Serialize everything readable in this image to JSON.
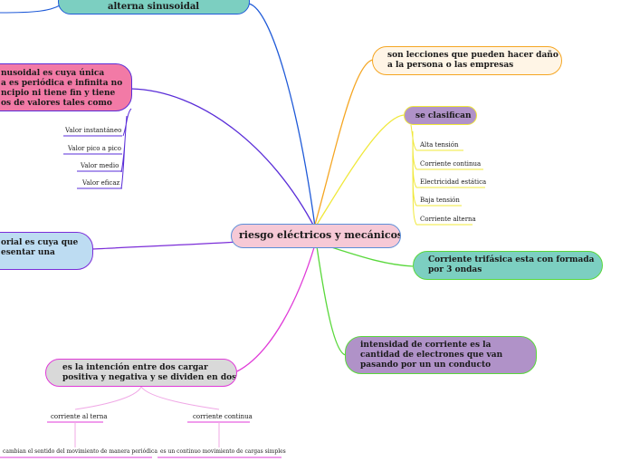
{
  "central": {
    "label": "riesgo eléctricos y mecánicos"
  },
  "left": {
    "top_fragment": "alterna sinusoidal",
    "sinusoidal": [
      "nusoidal es cuya única",
      "a es periódica e infinita no",
      "ncipio ni tiene fin y  tiene",
      "os de valores tales como"
    ],
    "valores": [
      "Valor instantáneo",
      "Valor pico a pico",
      "Valor medio",
      "Valor eficaz"
    ],
    "vectorial": [
      "orial es cuya que",
      "esentar una"
    ],
    "intencion": [
      "es la intención entre dos cargar",
      "positiva y negativa y se dividen en dos"
    ],
    "corriente_alterna": "corriente al terna",
    "corriente_alterna_desc": "cambian el sentido del movimiento de manera periódica",
    "corriente_continua": "corriente continua",
    "corriente_continua_desc": "es un continuo movimiento de cargas simples"
  },
  "right": {
    "lecciones": [
      "son lecciones que pueden hacer daño",
      "a la persona o las empresas"
    ],
    "clasifican": "se clasifican",
    "tipos": [
      "Alta tensión",
      "Corriente continua",
      "Electricidad estática",
      "Baja tensión",
      "Corriente alterna"
    ],
    "trifasica": [
      "Corriente trifásica esta con formada",
      "por 3 ondas"
    ],
    "intensidad": [
      "intensidad de corriente es la",
      "cantidad de electrones que van",
      "pasando por un un conducto"
    ]
  },
  "colors": {
    "central_fill": "#f6c9d6",
    "central_border": "#5b8ed8",
    "teal": "#7ccfc1",
    "pink": "#f27aa6",
    "light_blue": "#bddcf2",
    "grey": "#d9d9d9",
    "purple": "#b092c8",
    "light_orange": "#fff5e6",
    "blue_line": "#1f5ad8",
    "orange_line": "#f5a623",
    "yellow_line": "#f0e83a",
    "green_line": "#5ad83c",
    "purple_line": "#5a2dd8",
    "magenta_line": "#e03ad8",
    "violet_line": "#7b2dd8"
  }
}
